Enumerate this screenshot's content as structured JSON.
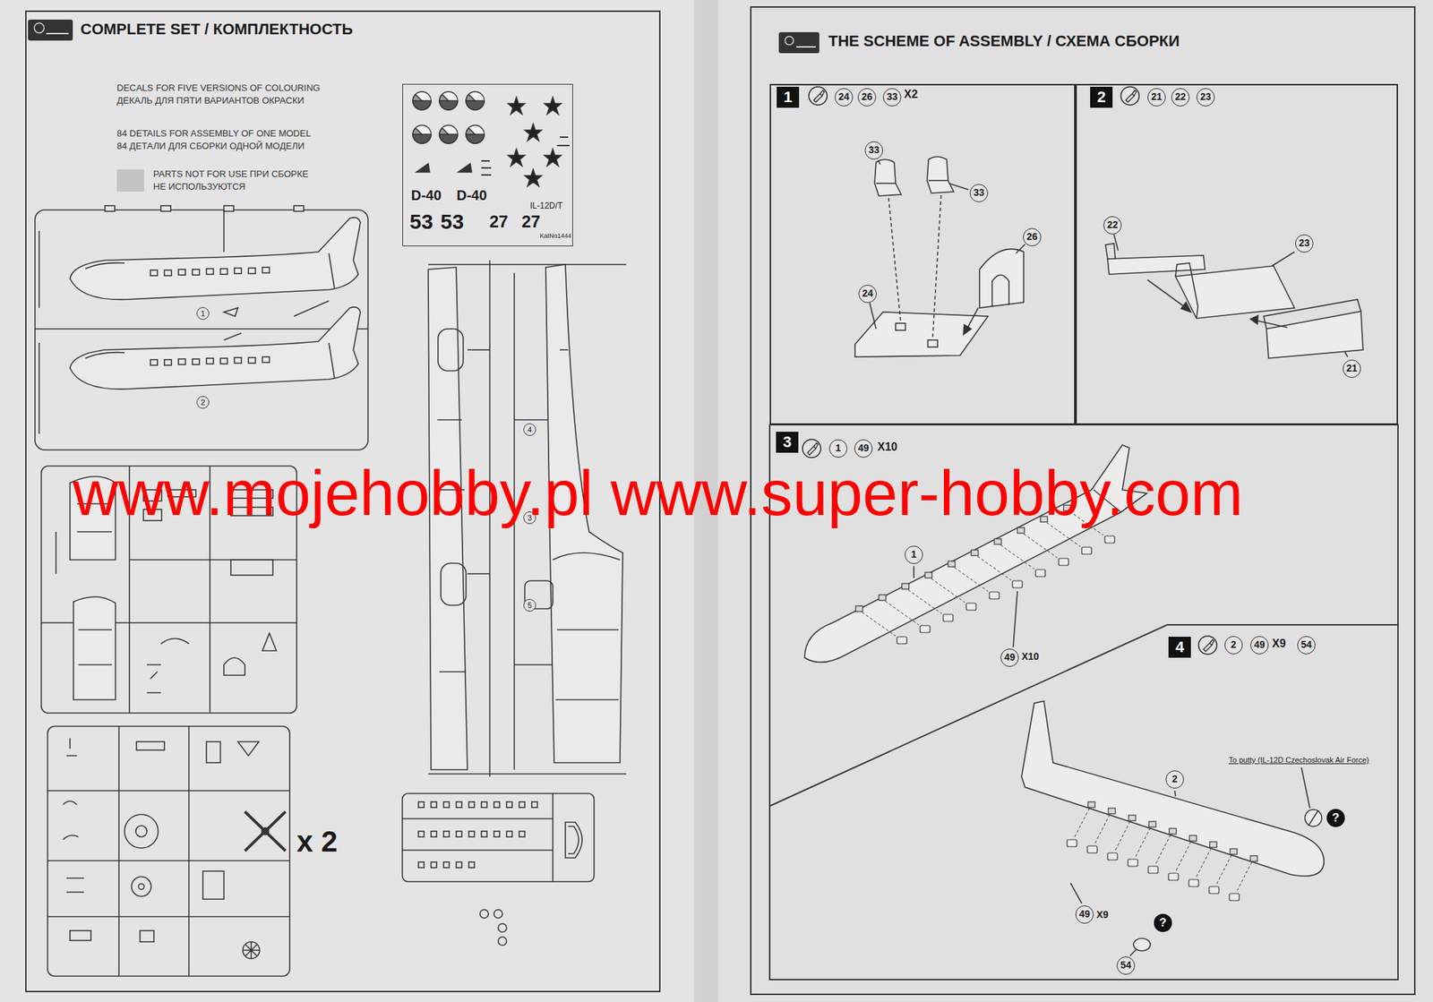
{
  "diagram": {
    "nodes": [
      {
        "text": [
          "D-40",
          "D-40",
          "53",
          "53",
          "27",
          "27",
          "IL-12D/T",
          "KatNo1444"
        ]
      },
      {
        "text": [
          "1",
          "X2"
        ]
      },
      {
        "text": [
          "24"
        ],
        "in": 1
      },
      {
        "text": [
          "26"
        ],
        "in": 1
      },
      {
        "text": [
          "33"
        ],
        "in": 1
      },
      {
        "text": [
          "33"
        ],
        "in": 1
      },
      {
        "text": [
          "33"
        ],
        "in": 1
      },
      {
        "text": [
          "26"
        ],
        "in": 1
      },
      {
        "text": [
          "24"
        ],
        "in": 1
      },
      {
        "text": [
          "2"
        ]
      },
      {
        "text": [
          "21"
        ],
        "in": 9
      },
      {
        "text": [
          "22"
        ],
        "in": 9
      },
      {
        "text": [
          "23"
        ],
        "in": 9
      },
      {
        "text": [
          "22"
        ],
        "in": 9
      },
      {
        "text": [
          "23"
        ],
        "in": 9
      },
      {
        "text": [
          "21"
        ],
        "in": 9
      },
      {
        "text": [
          "3",
          "X10"
        ]
      },
      {
        "text": [
          "1"
        ],
        "in": 16
      },
      {
        "text": [
          "49"
        ],
        "in": 16
      },
      {
        "text": [
          "1"
        ],
        "in": 16
      },
      {
        "text": [
          "49"
        ],
        "in": 16
      },
      {
        "text": [
          "4",
          "X9"
        ]
      },
      {
        "text": [
          "2"
        ],
        "in": 21
      },
      {
        "text": [
          "49"
        ],
        "in": 21
      },
      {
        "text": [
          "54"
        ],
        "in": 21
      },
      {
        "text": [
          "2"
        ],
        "in": 21
      },
      {
        "text": [
          "49"
        ],
        "in": 21
      },
      {
        "text": [
          "54"
        ],
        "in": 21
      }
    ],
    "labels": [
      "COMPLETE SET / КОМПЛЕКТНОСТЬ",
      "THE SCHEME OF ASSEMBLY / СХЕМА СБОРКИ",
      "DECALS FOR FIVE VERSIONS OF COLOURING",
      "ДЕКАЛЬ ДЛЯ ПЯТИ ВАРИАНТОВ ОКРАСКИ",
      "84 DETAILS FOR ASSEMBLY OF ONE MODEL",
      "84 ДЕТАЛИ ДЛЯ СБОРКИ ОДНОЙ МОДЕЛИ",
      "1",
      "2",
      "3",
      "4",
      "5",
      "x 2",
      "X10",
      "X9",
      "To putty (IL-12D Czechoslovak Air Force)",
      "?",
      "?",
      "www.mojehobby.pl www.super-hobby.com"
    ],
    "legend": [
      {
        "text": "PARTS NOT FOR USE ПРИ СБОРКЕ НЕ ИСПОЛЬЗУЮТСЯ",
        "color": "#c4c4c4"
      }
    ]
  }
}
